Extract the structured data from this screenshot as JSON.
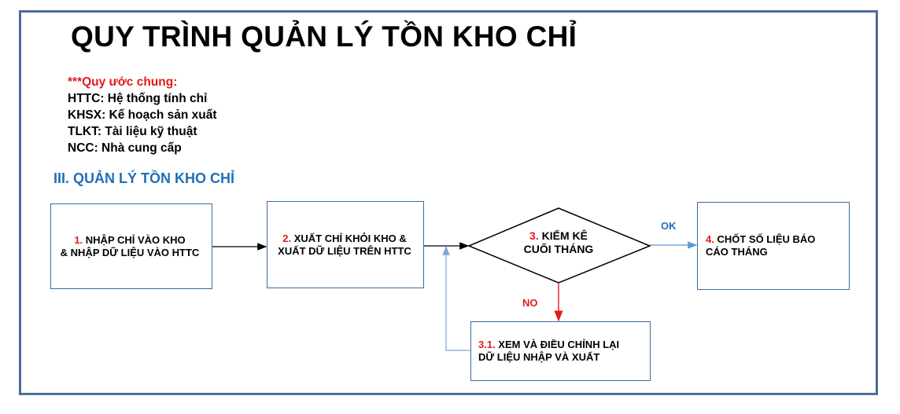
{
  "title": "QUY TRÌNH QUẢN LÝ TỒN KHO CHỈ",
  "legend": {
    "title": "***Quy ước chung:",
    "items": [
      "HTTC: Hệ thống tính chỉ",
      "KHSX: Kế hoạch sản xuất",
      "TLKT: Tài liệu kỹ thuật",
      "NCC: Nhà cung cấp"
    ]
  },
  "section": "III. QUẢN LÝ TỒN KHO CHỈ",
  "steps": {
    "s1": {
      "num": "1.",
      "line1": " NHẬP CHỈ VÀO KHO",
      "line2": "& NHẬP DỮ LIỆU VÀO HTTC"
    },
    "s2": {
      "num": "2.",
      "line1": " XUẤT CHỈ KHỎI KHO &",
      "line2": "XUẤT DỮ LIỆU TRÊN HTTC"
    },
    "s3": {
      "num": "3.",
      "line1": " KIỂM KÊ",
      "line2": "CUỐI THÁNG"
    },
    "s4": {
      "num": "4.",
      "line1": " CHỐT SỐ LIỆU BÁO",
      "line2": "CÁO THÁNG"
    },
    "s31": {
      "num": "3.1.",
      "line1": " XEM VÀ ĐIỀU CHỈNH LẠI",
      "line2": "DỮ LIỆU NHẬP VÀ XUẤT"
    }
  },
  "labels": {
    "ok": "OK",
    "no": "NO"
  },
  "colors": {
    "frame": "#4a6e98",
    "accent_red": "#e31b1b",
    "section_blue": "#1f6fb8",
    "ok_arrow": "#5b9bd5",
    "no_arrow": "#e31b1b",
    "feedback_arrow": "#7fa7d4"
  }
}
